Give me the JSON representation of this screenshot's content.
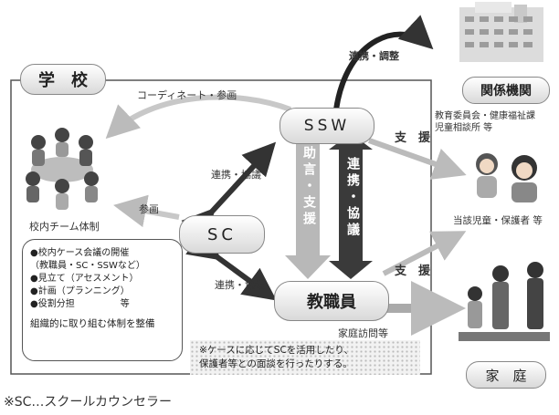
{
  "school": {
    "label": "学　校"
  },
  "arrows": {
    "coordinate": "コーディネート・参画",
    "cooperate_adjust": "連携・調整",
    "sanka": "参画",
    "renkei_kyogi_a": "連携・協議",
    "renkei_kyogi_b": "連携・協議",
    "shien_1": "支　援",
    "shien_2": "支　援",
    "jogen_shien": "助言・支援",
    "renkei_kyogi_v": "連携・協議",
    "katei_houmon": "家庭訪問等"
  },
  "nodes": {
    "ssw": "SSW",
    "sc": "SC",
    "staff": "教職員",
    "team": "校内チーム体制"
  },
  "team_box": {
    "items": [
      "●校内ケース会議の開催",
      "（教職員・SC・SSWなど）",
      "●見立て（アセスメント）",
      "●計画（プランニング）",
      "●役割分担　　　　　等"
    ],
    "footer": "組織的に取り組む体制を整備"
  },
  "note": {
    "line1": "※ケースに応じてSCを活用したり、",
    "line2": "保護者等との面談を行ったりする。"
  },
  "agencies": {
    "title": "関係機関",
    "desc1": "教育委員会・健康福祉課",
    "desc2": "児童相談所 等"
  },
  "child": {
    "label": "当該児童・保護者 等"
  },
  "home": {
    "label": "家　庭"
  },
  "footnote": "※SC…スクールカウンセラー"
}
